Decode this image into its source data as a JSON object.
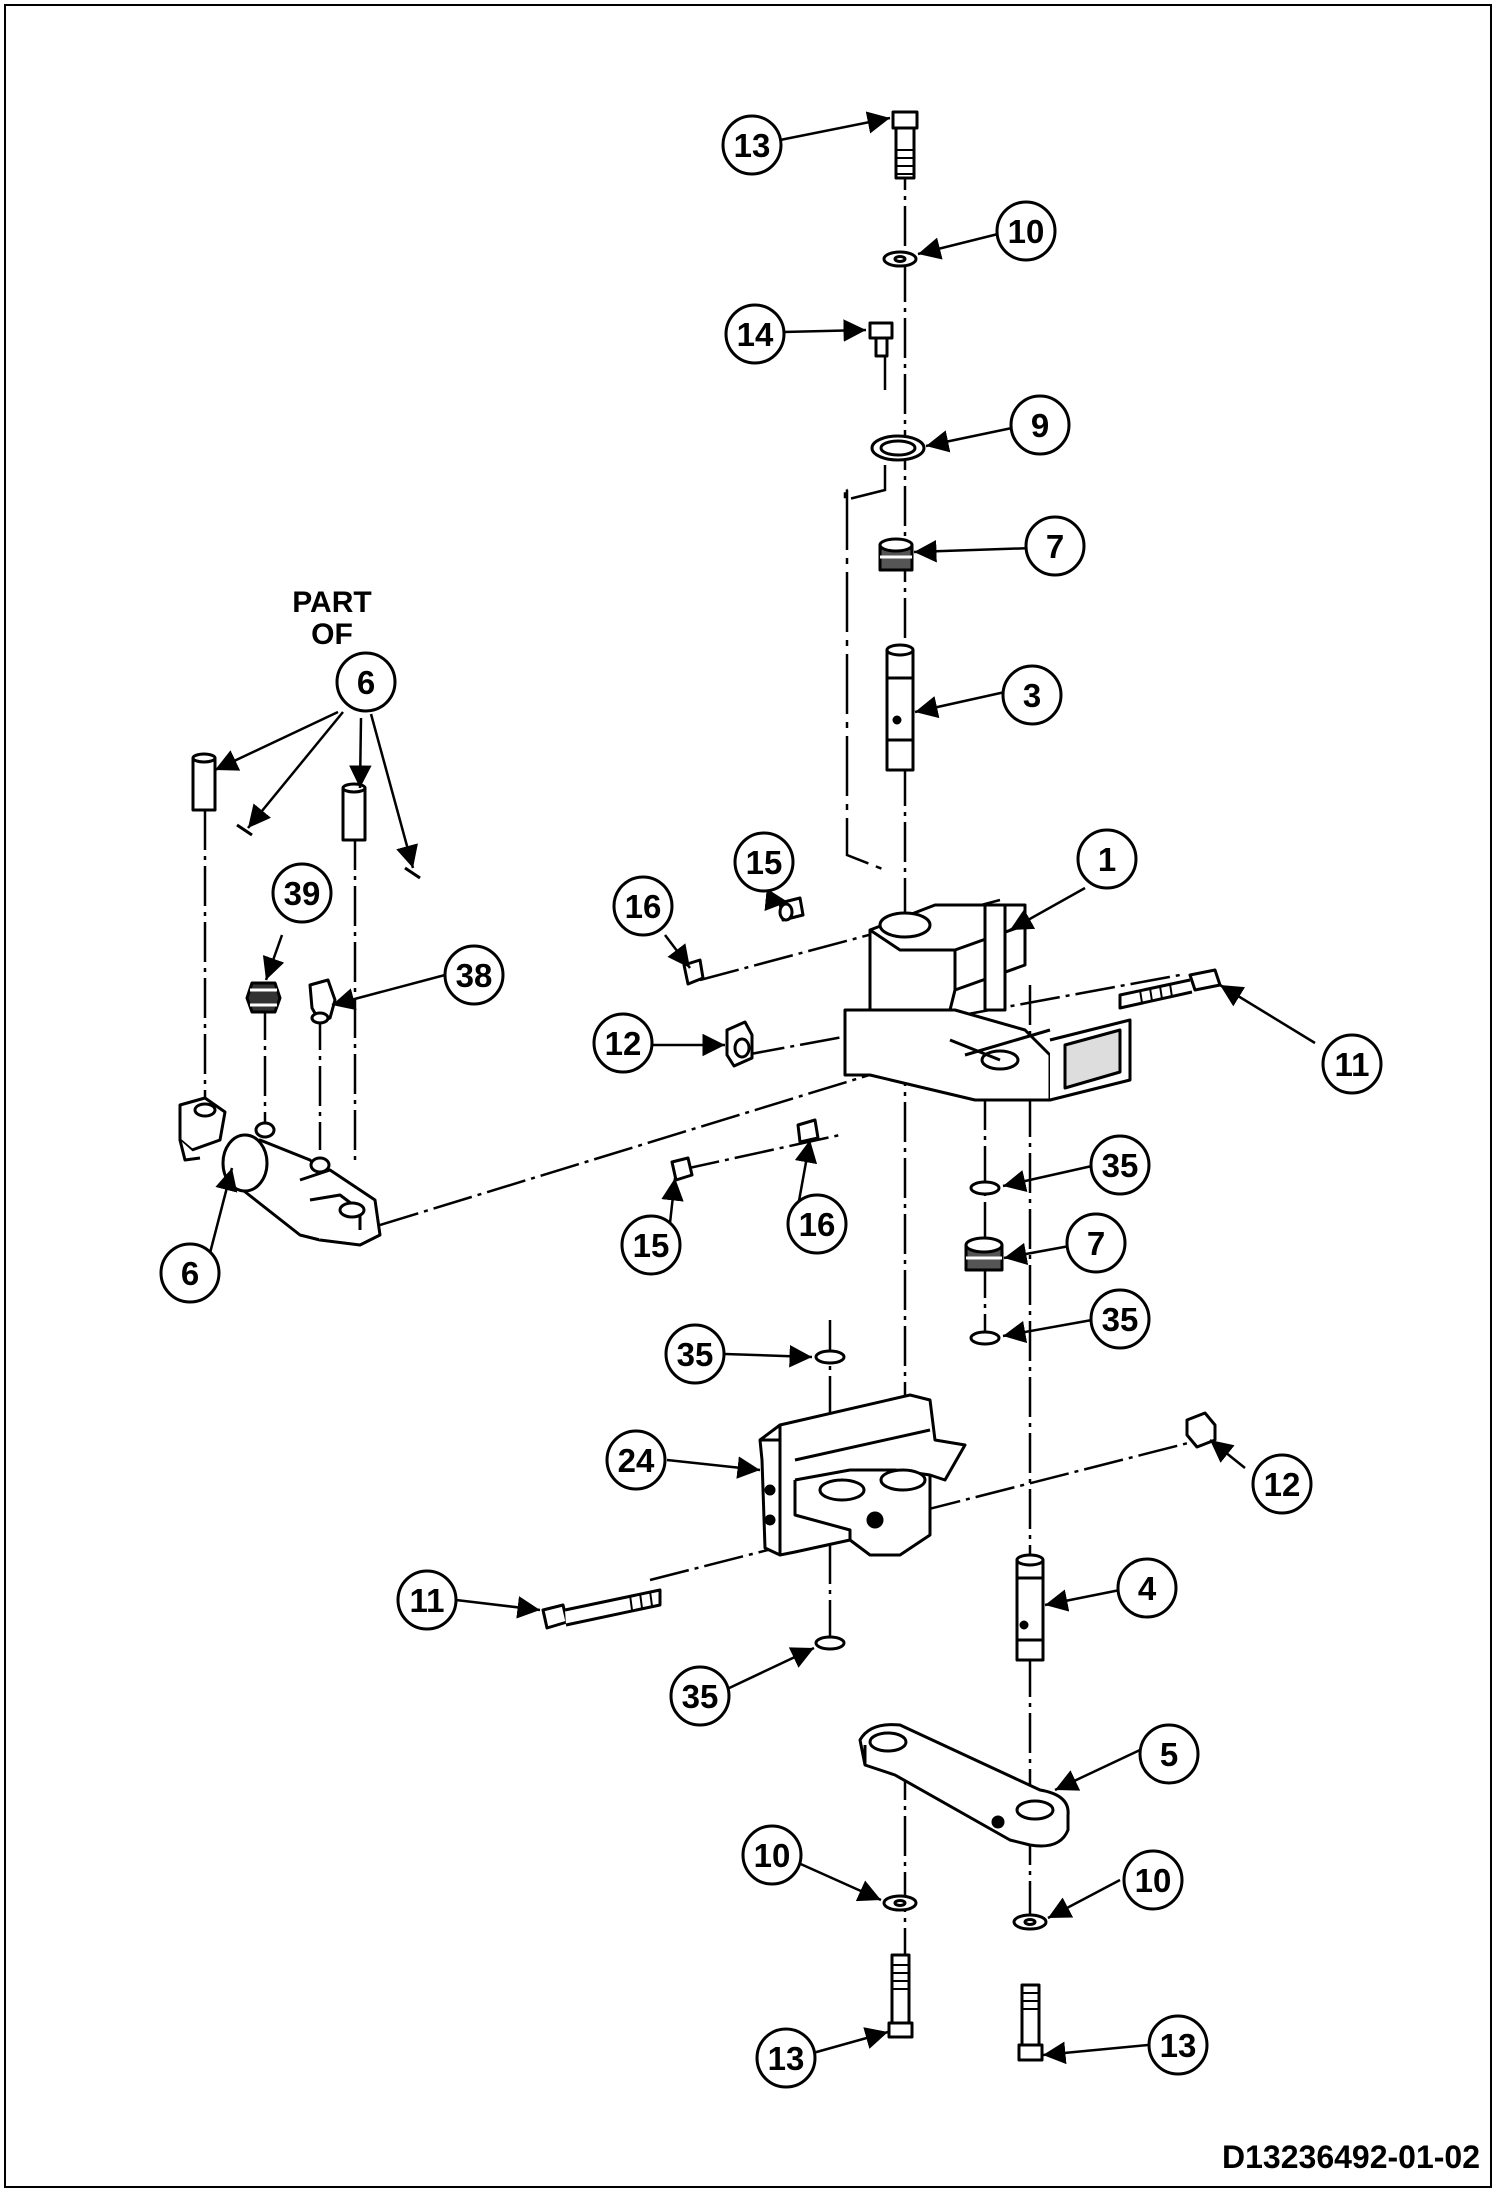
{
  "drawing_number": "D13236492-01-02",
  "part_of_note": {
    "line1": "PART",
    "line2": "OF"
  },
  "callouts": [
    {
      "label": "13"
    },
    {
      "label": "10"
    },
    {
      "label": "14"
    },
    {
      "label": "9"
    },
    {
      "label": "7"
    },
    {
      "label": "3"
    },
    {
      "label": "6"
    },
    {
      "label": "39"
    },
    {
      "label": "38"
    },
    {
      "label": "16"
    },
    {
      "label": "15"
    },
    {
      "label": "1"
    },
    {
      "label": "12"
    },
    {
      "label": "11"
    },
    {
      "label": "35"
    },
    {
      "label": "15"
    },
    {
      "label": "16"
    },
    {
      "label": "7"
    },
    {
      "label": "35"
    },
    {
      "label": "6"
    },
    {
      "label": "35"
    },
    {
      "label": "24"
    },
    {
      "label": "12"
    },
    {
      "label": "11"
    },
    {
      "label": "4"
    },
    {
      "label": "35"
    },
    {
      "label": "5"
    },
    {
      "label": "10"
    },
    {
      "label": "10"
    },
    {
      "label": "13"
    },
    {
      "label": "13"
    }
  ]
}
